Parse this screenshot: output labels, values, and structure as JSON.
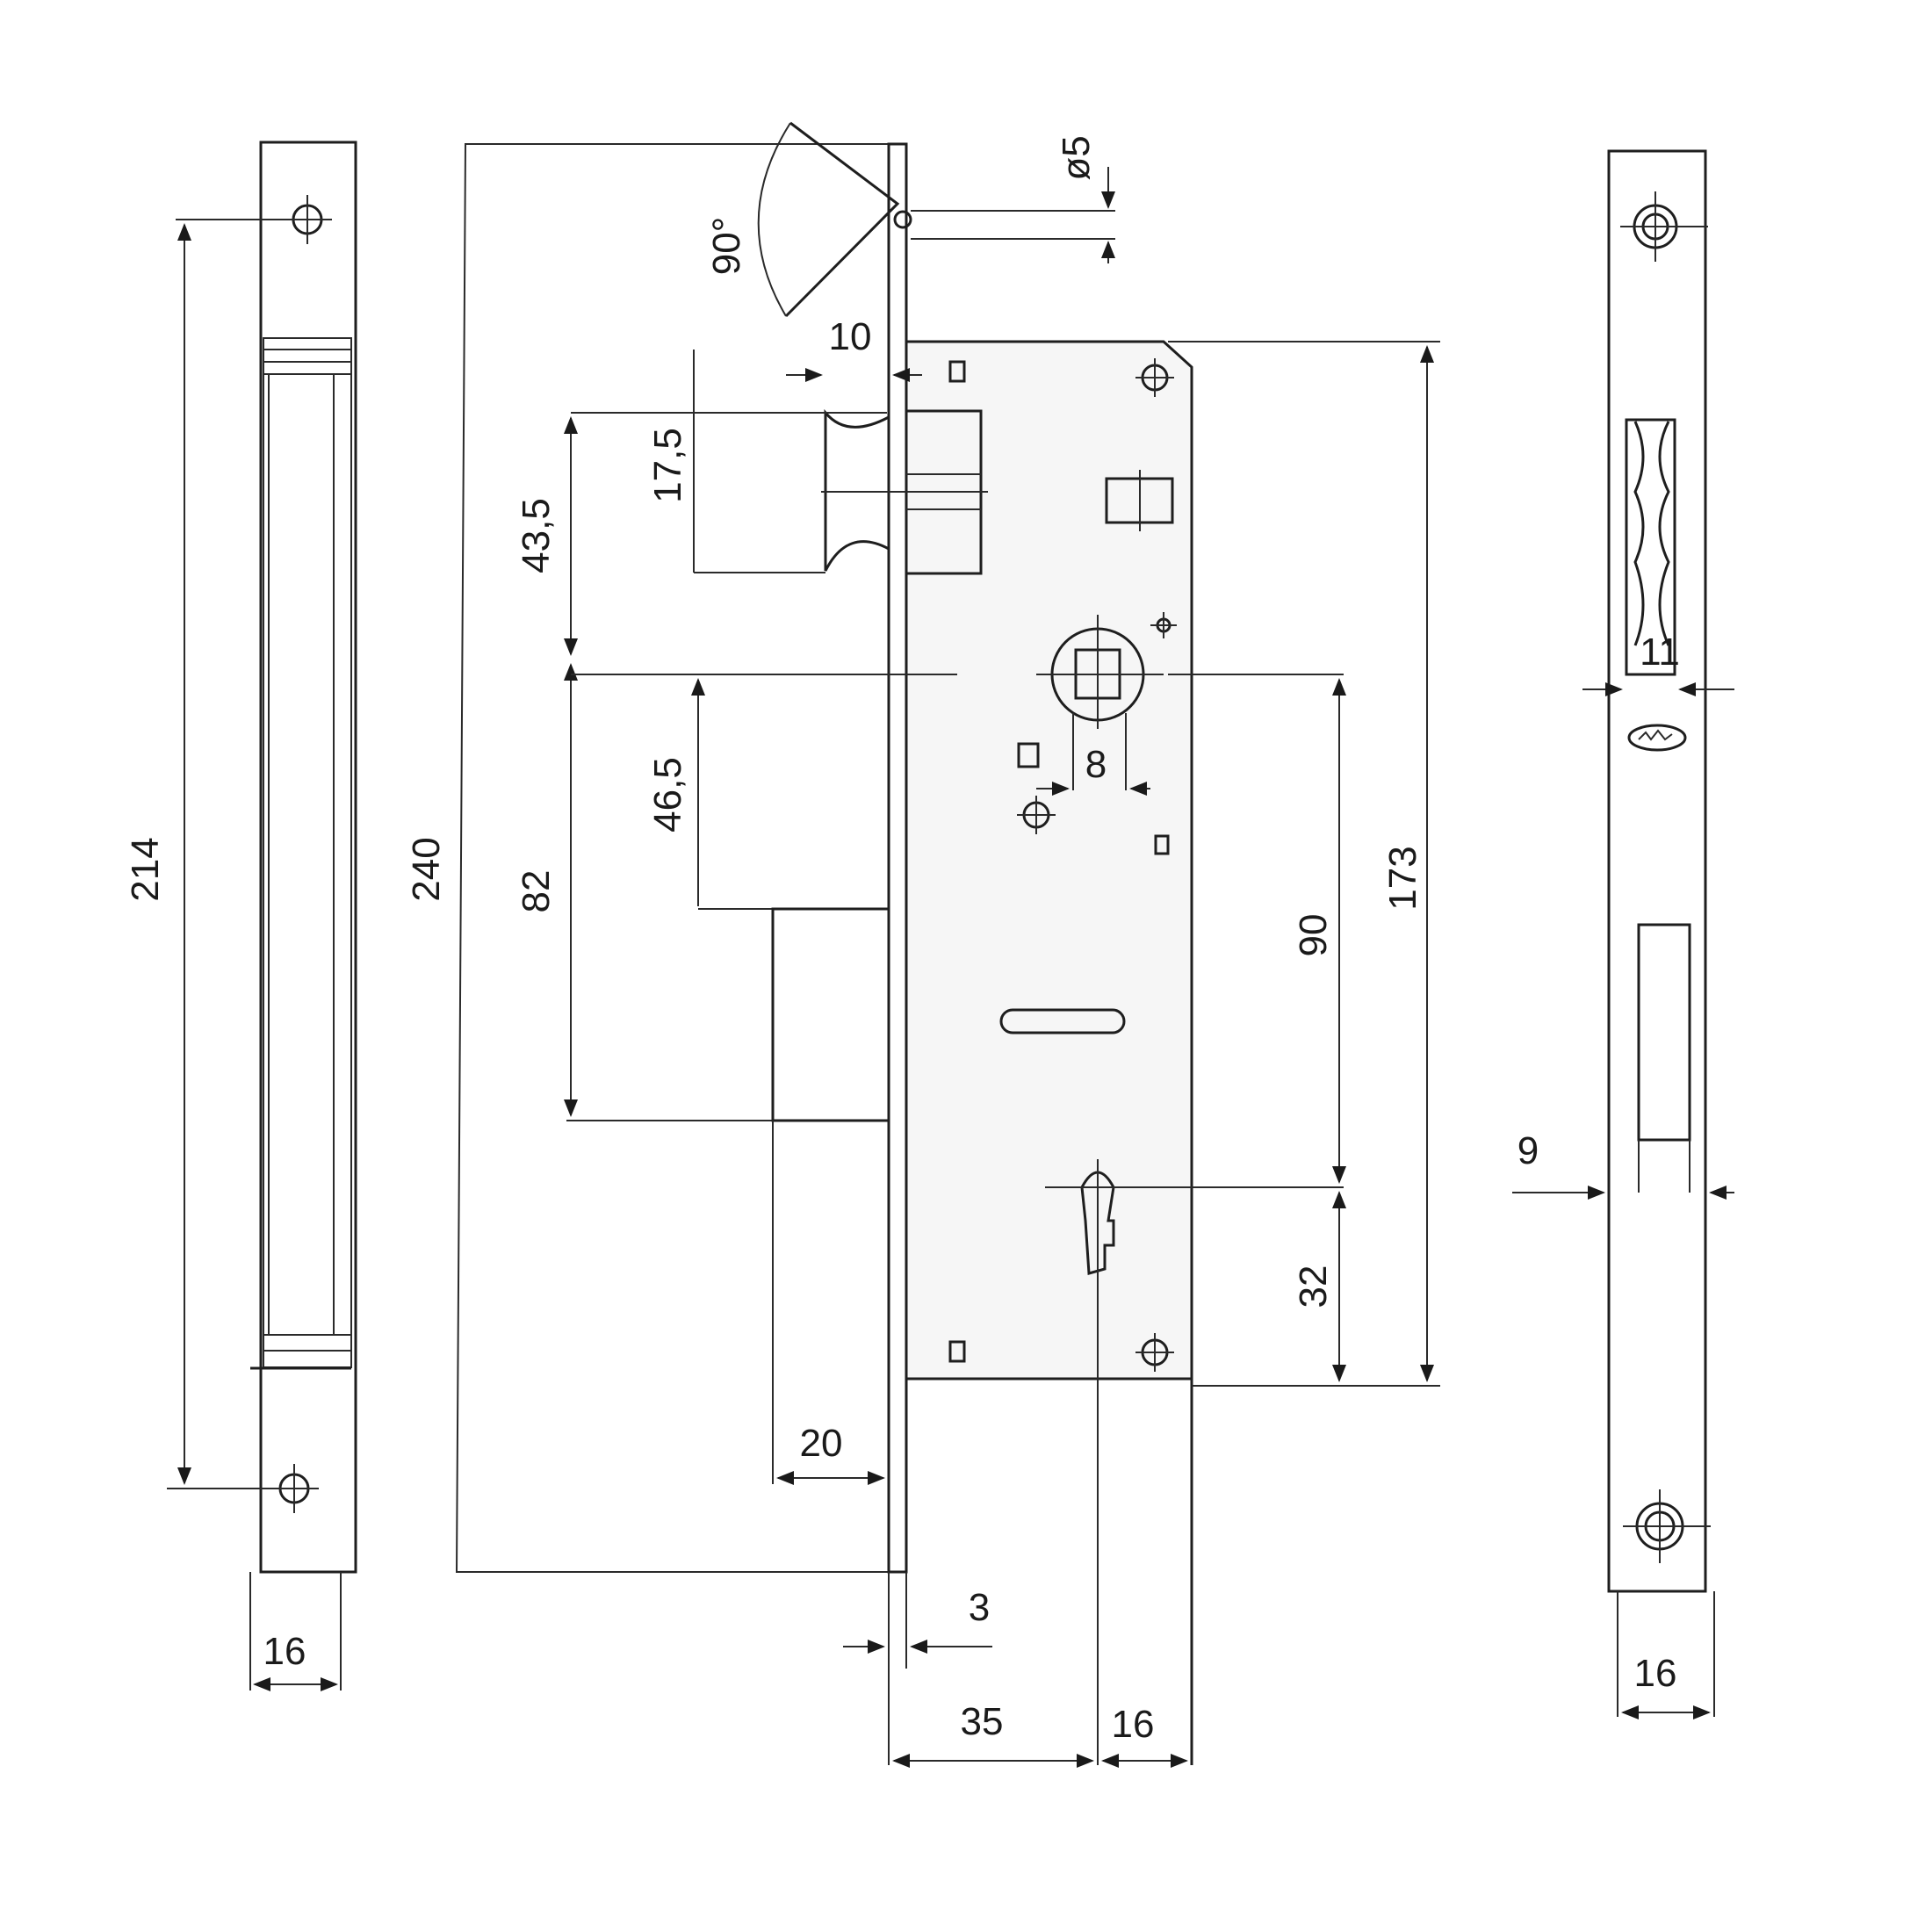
{
  "dimensions": {
    "left_hole_spacing": "214",
    "left_width": "16",
    "overall_height": "240",
    "backset_top": "43,5",
    "latch_height": "17,5",
    "latch_projection": "10",
    "hole_diameter": "ø5",
    "swing_angle": "90°",
    "spindle_to_bolt": "46,5",
    "latch_to_bolt_bottom": "82",
    "bolt_projection": "20",
    "faceplate_thickness": "3",
    "backset": "35",
    "key_to_edge": "16",
    "spindle_square": "8",
    "spindle_to_key": "90",
    "body_height": "173",
    "key_to_bottom": "32",
    "right_latch_width": "11",
    "right_bolt_offset": "9",
    "right_width": "16"
  },
  "colors": {
    "line": "#1e1e1e",
    "paper": "#ffffff",
    "body": "#f6f6f6"
  }
}
